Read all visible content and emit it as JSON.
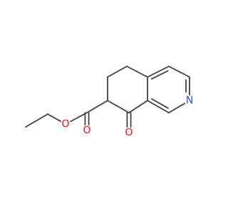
{
  "molecule": {
    "colors": {
      "bond": "#404040",
      "oxygen": "#ff0d0d",
      "nitrogen": "#3050f8",
      "background": "#ffffff"
    },
    "atoms": [
      {
        "id": "c_methyl",
        "label": "",
        "element": "C"
      },
      {
        "id": "c_ethyl",
        "label": "",
        "element": "C"
      },
      {
        "id": "o_ester",
        "label": "O",
        "element": "O"
      },
      {
        "id": "c_carbonyl",
        "label": "",
        "element": "C"
      },
      {
        "id": "o_carbonyl",
        "label": "O",
        "element": "O"
      },
      {
        "id": "c7",
        "label": "",
        "element": "C"
      },
      {
        "id": "c6",
        "label": "",
        "element": "C"
      },
      {
        "id": "c5",
        "label": "",
        "element": "C"
      },
      {
        "id": "c4a",
        "label": "",
        "element": "C"
      },
      {
        "id": "c4",
        "label": "",
        "element": "C"
      },
      {
        "id": "c3",
        "label": "",
        "element": "C"
      },
      {
        "id": "n2",
        "label": "N",
        "element": "N"
      },
      {
        "id": "c1",
        "label": "",
        "element": "C"
      },
      {
        "id": "c8a",
        "label": "",
        "element": "C"
      },
      {
        "id": "c8",
        "label": "",
        "element": "C"
      },
      {
        "id": "o_ketone",
        "label": "O",
        "element": "O"
      }
    ],
    "bonds": [
      {
        "from": "c_methyl",
        "to": "c_ethyl",
        "order": 1
      },
      {
        "from": "c_ethyl",
        "to": "o_ester",
        "order": 1
      },
      {
        "from": "o_ester",
        "to": "c_carbonyl",
        "order": 1
      },
      {
        "from": "c_carbonyl",
        "to": "o_carbonyl",
        "order": 2
      },
      {
        "from": "c_carbonyl",
        "to": "c7",
        "order": 1
      },
      {
        "from": "c7",
        "to": "c6",
        "order": 1
      },
      {
        "from": "c6",
        "to": "c5",
        "order": 1
      },
      {
        "from": "c5",
        "to": "c4a",
        "order": 1
      },
      {
        "from": "c4a",
        "to": "c4",
        "order": 2
      },
      {
        "from": "c4",
        "to": "c3",
        "order": 1
      },
      {
        "from": "c3",
        "to": "n2",
        "order": 2
      },
      {
        "from": "n2",
        "to": "c1",
        "order": 1
      },
      {
        "from": "c1",
        "to": "c8a",
        "order": 2
      },
      {
        "from": "c8a",
        "to": "c4a",
        "order": 1
      },
      {
        "from": "c8a",
        "to": "c8",
        "order": 1
      },
      {
        "from": "c8",
        "to": "c7",
        "order": 1
      },
      {
        "from": "c8",
        "to": "o_ketone",
        "order": 2
      }
    ]
  }
}
